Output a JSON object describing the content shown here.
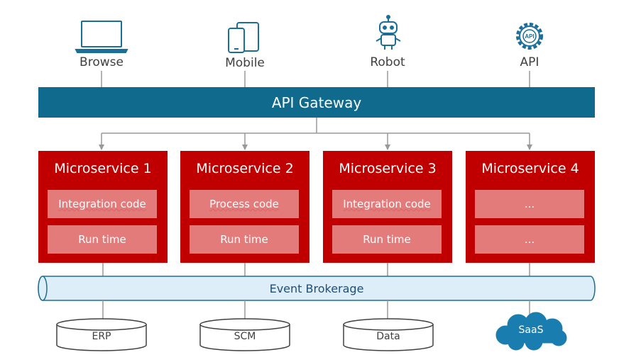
{
  "clients": [
    {
      "label": "Browse",
      "icon": "laptop-icon"
    },
    {
      "label": "Mobile",
      "icon": "mobile-devices-icon"
    },
    {
      "label": "Robot",
      "icon": "robot-icon"
    },
    {
      "label": "API",
      "icon": "api-gear-icon",
      "icon_text": "API"
    }
  ],
  "gateway": {
    "label": "API Gateway",
    "color": "#0f6a8e"
  },
  "microservices": [
    {
      "title": "Microservice 1",
      "items": [
        "Integration code",
        "Run time"
      ]
    },
    {
      "title": "Microservice 2",
      "items": [
        "Process code",
        "Run time"
      ]
    },
    {
      "title": "Microservice 3",
      "items": [
        "Integration code",
        "Run time"
      ]
    },
    {
      "title": "Microservice 4",
      "items": [
        "...",
        "..."
      ]
    }
  ],
  "broker": {
    "label": "Event Brokerage",
    "fill": "#ddeef8",
    "stroke": "#1b6e95"
  },
  "stores": [
    {
      "label": "ERP",
      "shape": "cylinder"
    },
    {
      "label": "SCM",
      "shape": "cylinder"
    },
    {
      "label": "Data",
      "shape": "cylinder"
    },
    {
      "label": "SaaS",
      "shape": "cloud"
    }
  ],
  "colors": {
    "microservice": "#c00000",
    "inner_box": "#e47b7b",
    "connector": "#999999",
    "icon": "#1a6e98"
  }
}
